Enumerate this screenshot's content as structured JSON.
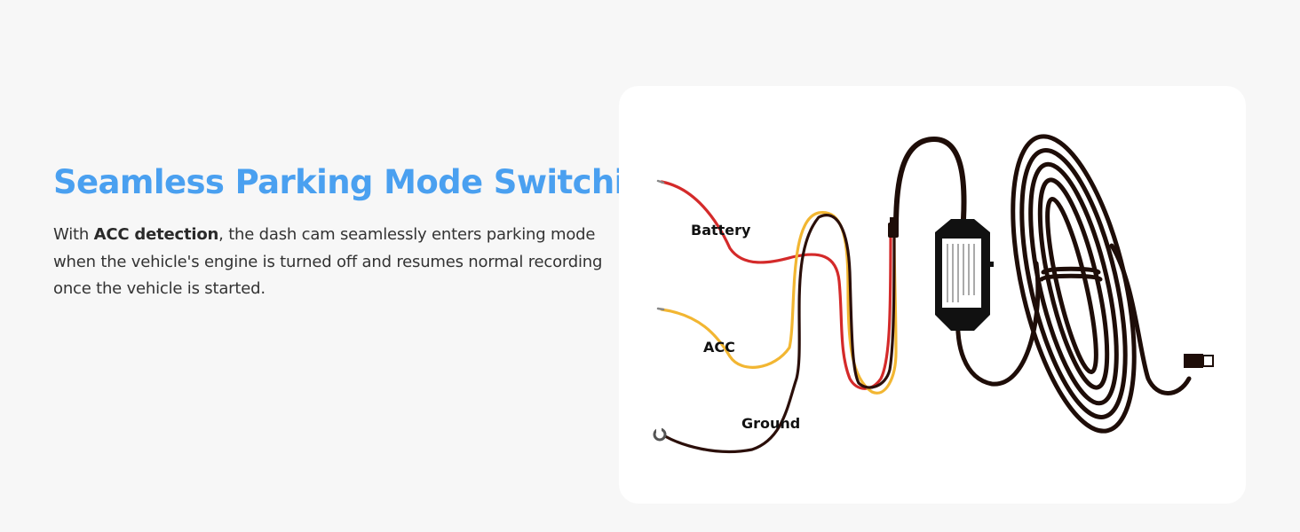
{
  "headline": "Seamless Parking Mode Switching",
  "description": {
    "prefix": "With ",
    "highlight": "ACC detection",
    "suffix": ", the dash cam seamlessly enters parking mode when the vehicle's engine is turned off and resumes normal recording once the vehicle is started."
  },
  "diagram": {
    "labels": {
      "battery": "Battery",
      "acc": "ACC",
      "ground": "Ground"
    },
    "colors": {
      "battery_wire": "#d42a2a",
      "acc_wire": "#f2b632",
      "ground_wire": "#2b0f0a",
      "cable": "#1e0d08",
      "accent": "#4aa0f0"
    }
  }
}
